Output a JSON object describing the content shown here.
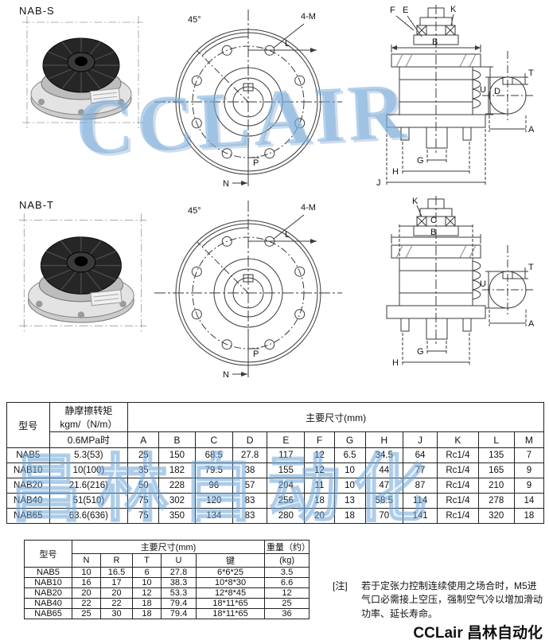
{
  "page": {
    "s_label": "NAB-S",
    "t_label": "NAB-T",
    "watermark": "CCLAIR",
    "watermark2": "昌林自动化",
    "brand": "CCLair 昌林自动化"
  },
  "drawings": {
    "front": {
      "angle": "45°",
      "tap": "4-M",
      "l": "L",
      "p": "P",
      "n": "N"
    },
    "side_s": {
      "f": "F",
      "e": "E",
      "k": "K",
      "b": "B",
      "d": "D",
      "g": "G",
      "h": "H",
      "j": "J"
    },
    "side_t": {
      "k": "K",
      "c": "C",
      "b": "B",
      "g": "G",
      "h": "H"
    },
    "shaft": {
      "t": "T",
      "u": "U",
      "a": "A"
    }
  },
  "table1": {
    "header": {
      "model": "型号",
      "torque1": "静摩擦转矩",
      "torque2": "kgm/（N/m）",
      "torque3": "0.6MPa时",
      "dims": "主要尺寸(mm)",
      "cols": [
        "A",
        "B",
        "C",
        "D",
        "E",
        "F",
        "G",
        "H",
        "J",
        "K",
        "L",
        "M"
      ]
    },
    "rows": [
      {
        "model": "NAB5",
        "torque": "5.3(53)",
        "vals": [
          "25",
          "150",
          "68.5",
          "27.8",
          "117",
          "12",
          "6.5",
          "34.5",
          "64",
          "Rc1/4",
          "135",
          "7"
        ]
      },
      {
        "model": "NAB10",
        "torque": "10(100)",
        "vals": [
          "35",
          "182",
          "79.5",
          "38",
          "155",
          "12",
          "10",
          "44",
          "77",
          "Rc1/4",
          "165",
          "9"
        ]
      },
      {
        "model": "NAB20",
        "torque": "21.6(216)",
        "vals": [
          "50",
          "228",
          "96",
          "57",
          "204",
          "11",
          "10",
          "47",
          "87",
          "Rc1/4",
          "210",
          "9"
        ]
      },
      {
        "model": "NAB40",
        "torque": "51(510)",
        "vals": [
          "75",
          "302",
          "120",
          "83",
          "256",
          "18",
          "13",
          "58.5",
          "114",
          "Rc1/4",
          "278",
          "14"
        ]
      },
      {
        "model": "NAB65",
        "torque": "63.6(636)",
        "vals": [
          "75",
          "350",
          "134",
          "83",
          "280",
          "20",
          "18",
          "70",
          "141",
          "Rc1/4",
          "320",
          "18"
        ]
      }
    ]
  },
  "table2": {
    "header": {
      "model": "型号",
      "dims": "主要尺寸(mm)",
      "cols": [
        "N",
        "R",
        "T",
        "U",
        "键"
      ],
      "weight1": "重量（约）",
      "weight2": "(kg)"
    },
    "rows": [
      {
        "model": "NAB5",
        "vals": [
          "10",
          "16.5",
          "6",
          "27.8",
          "6*6*25",
          "3.5"
        ]
      },
      {
        "model": "NAB10",
        "vals": [
          "16",
          "17",
          "10",
          "38.3",
          "10*8*30",
          "6.6"
        ]
      },
      {
        "model": "NAB20",
        "vals": [
          "20",
          "20",
          "12",
          "53.3",
          "12*8*45",
          "12"
        ]
      },
      {
        "model": "NAB40",
        "vals": [
          "22",
          "22",
          "18",
          "79.4",
          "18*11*65",
          "25"
        ]
      },
      {
        "model": "NAB65",
        "vals": [
          "25",
          "30",
          "18",
          "79.4",
          "18*11*65",
          "36"
        ]
      }
    ]
  },
  "note": {
    "tag": "[注]",
    "text": "若于定张力控制连续使用之场合时，M5进气口必需接上空压，强制空气冷以增加滑动功率、延长寿命。"
  }
}
